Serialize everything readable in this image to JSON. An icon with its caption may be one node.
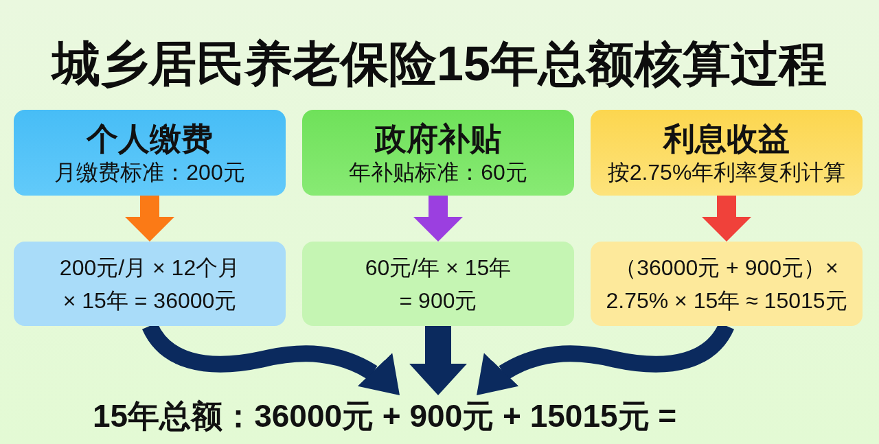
{
  "diagram": {
    "title": "城乡居民养老保险15年总额核算过程",
    "nodes": [
      {
        "text": [
          "个人缴费",
          "月缴费标准：200元"
        ]
      },
      {
        "text": [
          "政府补贴",
          "年补贴标准：60元"
        ]
      },
      {
        "text": [
          "利息收益",
          "按2.75%年利率复利计算"
        ]
      },
      {
        "text": [
          "200元/月 × 12个月 × 15年 = 36000元"
        ]
      },
      {
        "text": [
          "60元/年 × 15年 = 900元"
        ]
      },
      {
        "text": [
          "（36000元 + 900元）× 2.75% × 15年 ≈ 15015元"
        ]
      },
      {
        "text": [
          "15年总额：36000元 + 900元 + 15015元 ="
        ]
      }
    ],
    "edges": [
      {
        "from": 0,
        "to": 3,
        "arrow": "to",
        "color": "#fb7a16"
      },
      {
        "from": 1,
        "to": 4,
        "arrow": "to",
        "color": "#9b3fe0"
      },
      {
        "from": 2,
        "to": 5,
        "arrow": "to",
        "color": "#f0413a"
      },
      {
        "from": 3,
        "to": 6,
        "arrow": "to"
      },
      {
        "from": 4,
        "to": 6,
        "arrow": "to"
      },
      {
        "from": 5,
        "to": 6,
        "arrow": "to"
      }
    ]
  }
}
